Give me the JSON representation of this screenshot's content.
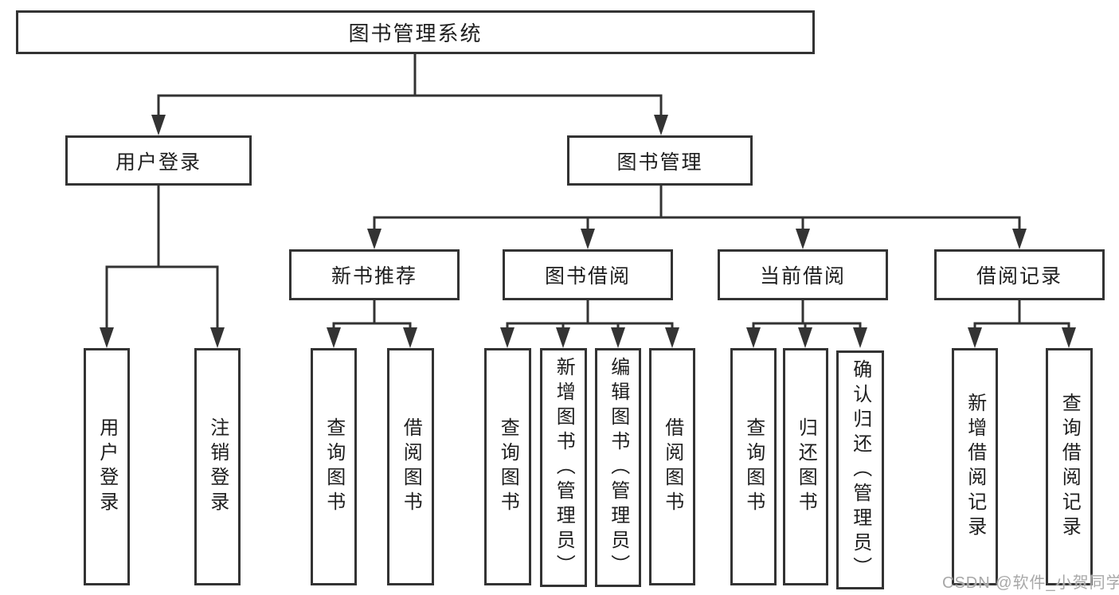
{
  "diagram": {
    "root": {
      "label": "图书管理系统",
      "children": [
        {
          "label": "用户登录",
          "children": [
            {
              "label": "用户登录"
            },
            {
              "label": "注销登录"
            }
          ]
        },
        {
          "label": "图书管理",
          "children": [
            {
              "label": "新书推荐",
              "children": [
                {
                  "label": "查询图书"
                },
                {
                  "label": "借阅图书"
                }
              ]
            },
            {
              "label": "图书借阅",
              "children": [
                {
                  "label": "查询图书"
                },
                {
                  "label": "新增图书（管理员）"
                },
                {
                  "label": "编辑图书（管理员）"
                },
                {
                  "label": "借阅图书"
                }
              ]
            },
            {
              "label": "当前借阅",
              "children": [
                {
                  "label": "查询图书"
                },
                {
                  "label": "归还图书"
                },
                {
                  "label": "确认归还（管理员）"
                }
              ]
            },
            {
              "label": "借阅记录",
              "children": [
                {
                  "label": "新增借阅记录"
                },
                {
                  "label": "查询借阅记录"
                }
              ]
            }
          ]
        }
      ]
    }
  },
  "watermark": {
    "text": "CSDN @软件_小贺同学",
    "color": "#a8a8a8"
  },
  "colors": {
    "line": "#333333",
    "border": "#333333",
    "text": "#1e1e1e",
    "background": "#ffffff"
  }
}
